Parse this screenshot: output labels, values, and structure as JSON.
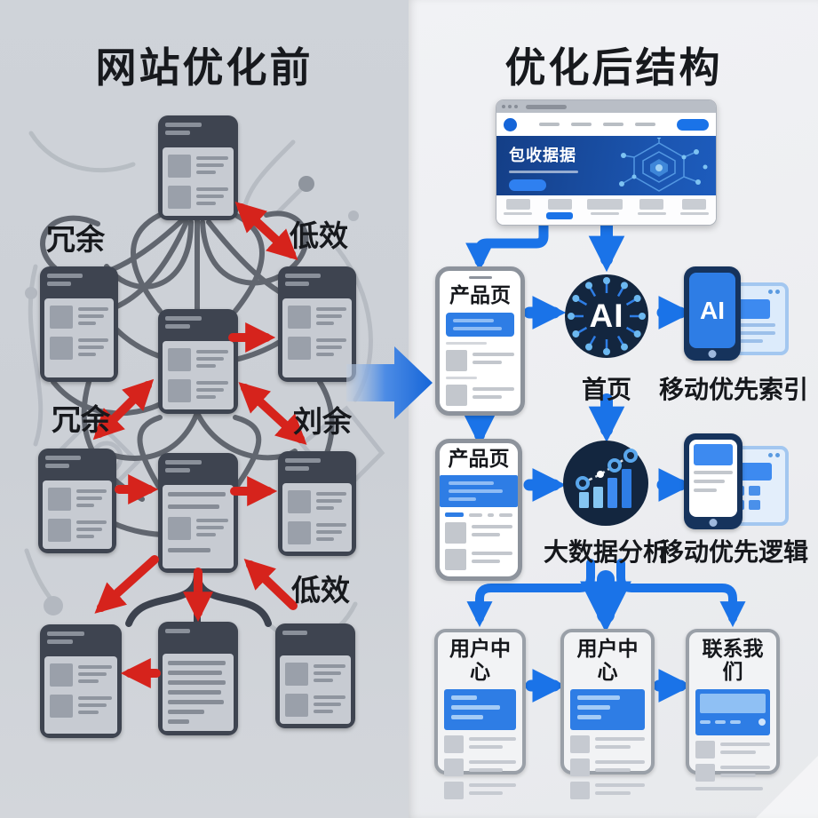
{
  "colors": {
    "arrow_blue": "#1a73e8",
    "arrow_red": "#d6231c",
    "circle_navy": "#13263f",
    "hero_blue": "#1b55b0",
    "left_bg": "#ccd0d6",
    "right_bg": "#eef0f3"
  },
  "left": {
    "title": "网站优化前",
    "labels": {
      "top_left": "冗余",
      "top_right": "低效",
      "mid_left": "冗余",
      "mid_right": "刘余",
      "bottom": "低效"
    }
  },
  "right": {
    "title": "优化后结构",
    "browser": {
      "hero_title": "包收据据"
    },
    "row1": {
      "phone_label": "产品页",
      "ai_badge": "AI",
      "ai_caption": "首页",
      "mobile_badge": "AI",
      "mobile_caption": "移动优先索引"
    },
    "row2": {
      "phone_label": "产品页",
      "chart_caption": "大数据分析",
      "mobile_caption": "移动优先逻辑"
    },
    "row3": {
      "card1": "用户中心",
      "card2": "用户中心",
      "card3": "联系我们"
    }
  }
}
